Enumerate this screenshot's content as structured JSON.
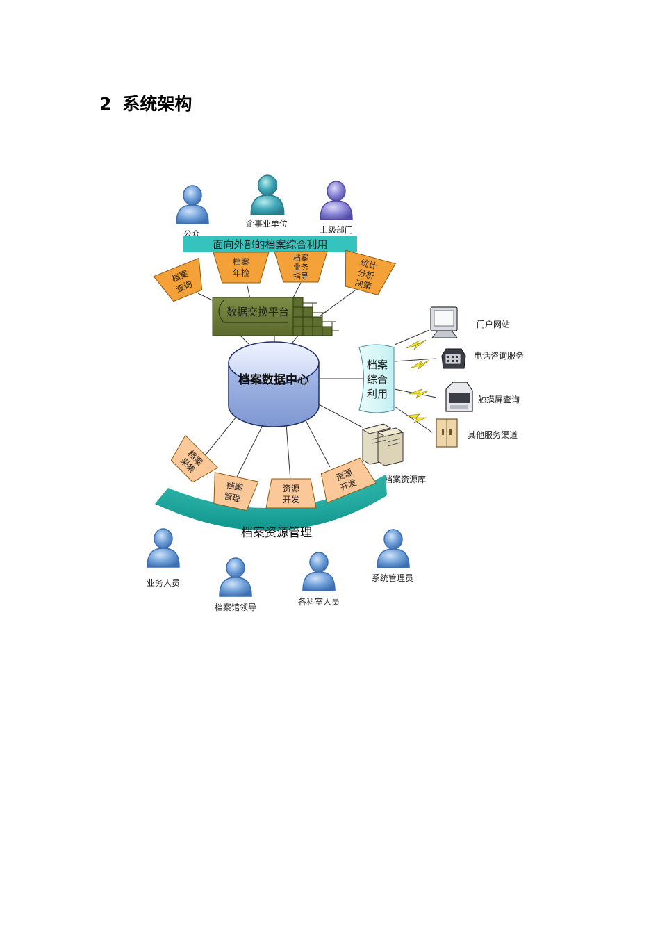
{
  "heading": {
    "number": "2",
    "title": "系统架构"
  },
  "diagram": {
    "external_users": [
      "公众",
      "企事业单位",
      "上级部门"
    ],
    "external_bar": "面向外部的档案综合利用",
    "external_services": [
      [
        "档案",
        "查询"
      ],
      [
        "档案",
        "年检"
      ],
      [
        "档案",
        "业务",
        "指导"
      ],
      [
        "统计",
        "分析",
        "决策"
      ]
    ],
    "exchange_platform": "数据交换平台",
    "data_center": "档案数据中心",
    "utilization_box": [
      "档案",
      "综合",
      "利用"
    ],
    "channels": [
      "门户网站",
      "电话咨询服务",
      "触摸屏查询",
      "其他服务渠道"
    ],
    "resource_library": "档案资源库",
    "internal_services": [
      [
        "档案",
        "采集"
      ],
      [
        "档案",
        "管理"
      ],
      [
        "资源",
        "开发"
      ],
      [
        "资源",
        "开发"
      ]
    ],
    "management_arc": "档案资源管理",
    "internal_users": [
      "业务人员",
      "档案馆领导",
      "各科室人员",
      "系统管理员"
    ],
    "colors": {
      "person": "#6f9fd8",
      "person_top": "#8a84d6",
      "teal": "#1fb3a8",
      "orange": "#f5a13a",
      "olive": "#6b7a3a",
      "cylinder": "#b8c8ee"
    }
  }
}
